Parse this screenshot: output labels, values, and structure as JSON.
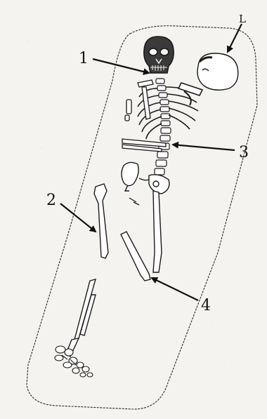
{
  "callouts": {
    "label_1": "1",
    "label_2": "2",
    "label_3": "3",
    "label_4": "4",
    "label_L": "L"
  }
}
